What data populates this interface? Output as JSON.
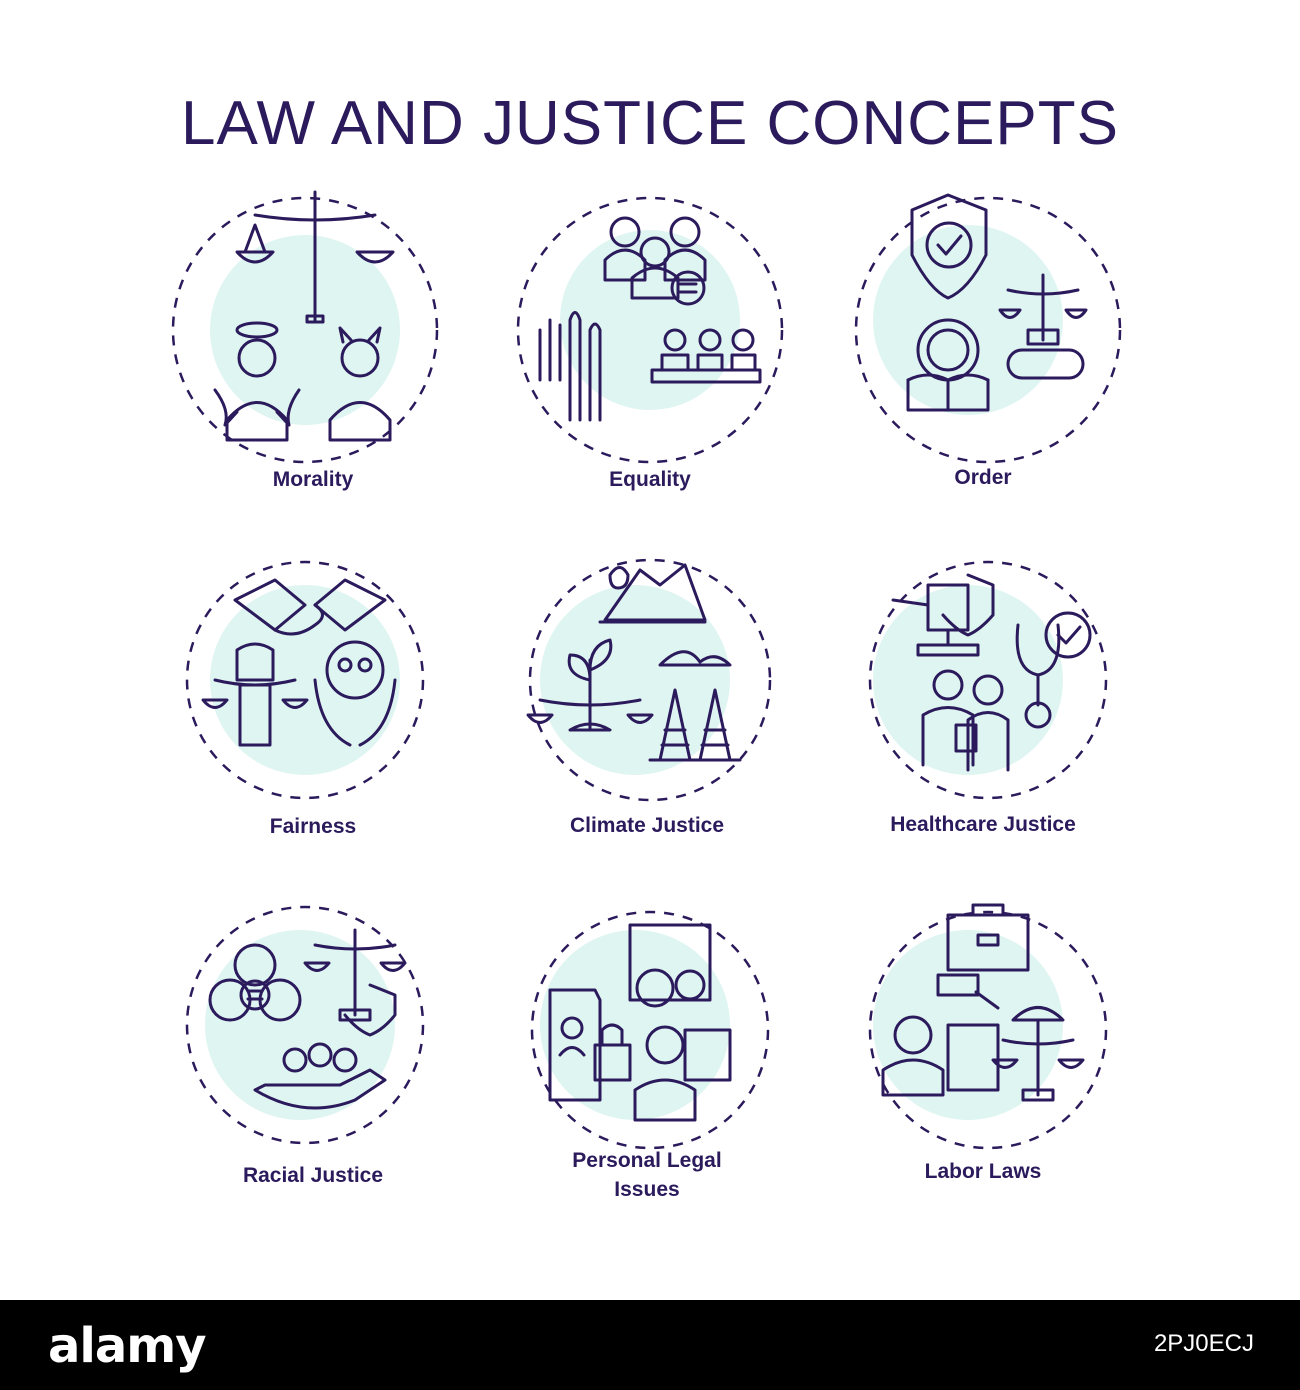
{
  "title": "LAW AND JUSTICE CONCEPTS",
  "colors": {
    "navy": "#2b1a5c",
    "mint": "#dff5f1",
    "teal": "#7fe0cf",
    "yellow": "#f6e27a"
  },
  "icons": [
    {
      "label": "Morality",
      "icon": "scales-angel-devil-icon"
    },
    {
      "label": "Equality",
      "icon": "people-equal-hands-icon"
    },
    {
      "label": "Order",
      "icon": "shield-gear-book-scales-icon"
    },
    {
      "label": "Fairness",
      "icon": "handshake-fist-scales-icon"
    },
    {
      "label": "Climate Justice",
      "icon": "iceberg-plant-oilrig-icon"
    },
    {
      "label": "Healthcare Justice",
      "icon": "gavel-shield-stethoscope-icon"
    },
    {
      "label": "Racial Justice",
      "icon": "diverse-people-scales-icon"
    },
    {
      "label": "Personal Legal\nIssues",
      "icon": "documents-certificate-lawyer-icon"
    },
    {
      "label": "Labor Laws",
      "icon": "briefcase-gavel-worker-icon"
    }
  ],
  "stock": {
    "logo": "alamy",
    "image_id": "2PJ0ECJ"
  }
}
